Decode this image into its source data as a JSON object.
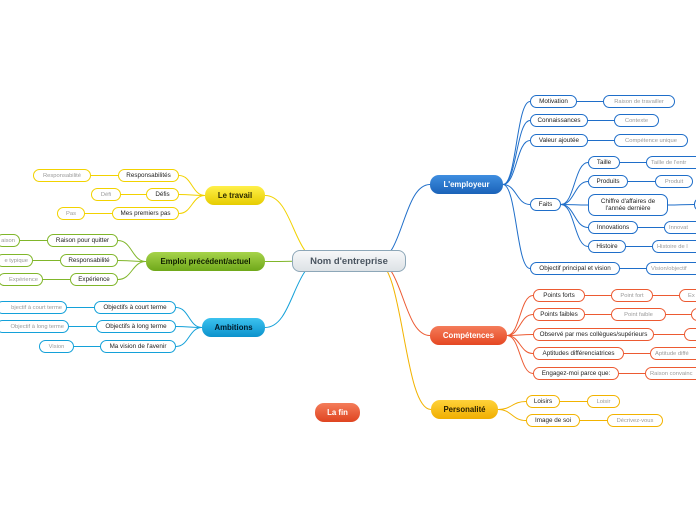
{
  "center": {
    "label": "Nom d'entreprise",
    "color": "#8da7b8"
  },
  "colors": {
    "employeur": "#1f6ec9",
    "competences": "#ec5a32",
    "personnalite": "#f2b300",
    "travail": "#f2d200",
    "emploi": "#80b62a",
    "ambitions": "#14a1d9",
    "fin": "#e8512a"
  },
  "branches": {
    "employeur": {
      "label": "L'employeur",
      "items": {
        "motivation": {
          "label": "Motivation",
          "child": "Raison de travailler"
        },
        "connaissances": {
          "label": "Connaissances",
          "child": "Contexte"
        },
        "valeur": {
          "label": "Valeur ajoutée",
          "child": "Compétence unique"
        },
        "faits": {
          "label": "Faits",
          "items": {
            "taille": {
              "label": "Taille",
              "child": "Taille de l'entr"
            },
            "produits": {
              "label": "Produits",
              "child": "Produit"
            },
            "chiffre": {
              "label": "Chiffre d'affaires de l'année dernière"
            },
            "innovations": {
              "label": "Innovations",
              "child": "Innovat"
            },
            "histoire": {
              "label": "Histoire",
              "child": "Histoire de l"
            }
          }
        },
        "objectif": {
          "label": "Objectif principal et vision",
          "child": "Vision/objectif"
        }
      }
    },
    "competences": {
      "label": "Compétences",
      "items": {
        "forts": {
          "label": "Points forts",
          "child": "Point fort",
          "child2": "Ex"
        },
        "faibles": {
          "label": "Points faibles",
          "child": "Point faible"
        },
        "observe": {
          "label": "Observé par mes collègues/supérieurs"
        },
        "aptitudes": {
          "label": "Aptitudes différenciatrices",
          "child": "Aptitude diffé"
        },
        "engagez": {
          "label": "Engagez-moi parce que:",
          "child": "Raison convainc"
        }
      }
    },
    "personnalite": {
      "label": "Personalité",
      "items": {
        "loisirs": {
          "label": "Loisirs",
          "child": "Loisir"
        },
        "image": {
          "label": "Image de soi",
          "child": "Décrivez-vous"
        }
      }
    },
    "travail": {
      "label": "Le travail",
      "items": {
        "responsabilites": {
          "label": "Responsabilités",
          "child": "Responsabilité"
        },
        "defis": {
          "label": "Défis",
          "child": "Défi"
        },
        "premiers": {
          "label": "Mes premiers pas",
          "child": "Pas"
        }
      }
    },
    "emploi": {
      "label": "Emploi précédent/actuel",
      "items": {
        "quitter": {
          "label": "Raison pour quitter",
          "child": "aison"
        },
        "responsabilite": {
          "label": "Responsabilité",
          "child": "e typique"
        },
        "experience": {
          "label": "Expérience",
          "child": "Expérience"
        }
      }
    },
    "ambitions": {
      "label": "Ambitions",
      "items": {
        "court": {
          "label": "Objectifs à court terme",
          "child": "bjectif à court terme"
        },
        "long": {
          "label": "Objectifs à long terme",
          "child": "Objectif à long terme"
        },
        "vision": {
          "label": "Ma vision de l'avenir",
          "child": "Vision"
        }
      }
    }
  },
  "floating": {
    "fin": {
      "label": "La fin"
    }
  }
}
